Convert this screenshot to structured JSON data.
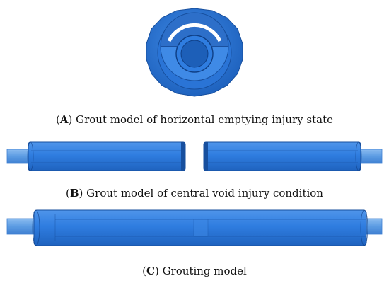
{
  "captions": {
    "a": {
      "letter": "A",
      "text": " Grout model of horizontal emptying injury state"
    },
    "b": {
      "letter": "B",
      "text": " Grout model of central void injury condition"
    },
    "c": {
      "letter": "C",
      "text": " Grouting model"
    }
  },
  "colors": {
    "sleeve": "#2f7de0",
    "sleeve_dark": "#1d5fb8",
    "rebar": "#6aa6e8",
    "edge": "#0f3f86",
    "background": "#ffffff"
  }
}
